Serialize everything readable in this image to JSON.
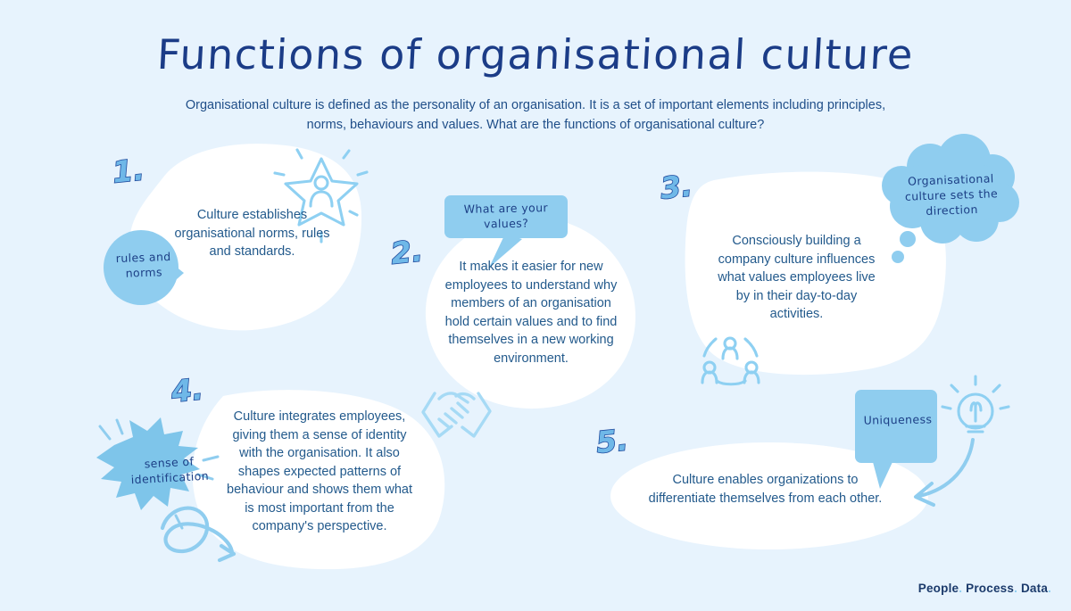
{
  "page": {
    "background_color": "#e7f3fd",
    "title": "Functions of organisational culture",
    "subtitle": "Organisational culture is defined as the personality of an organisation. It is a set of important elements including principles, norms, behaviours  and values. What are the functions of organisational culture?"
  },
  "colors": {
    "background": "#e7f3fd",
    "blob_white": "#ffffff",
    "accent_light_blue": "#8fcdef",
    "accent_mid_blue": "#7ec5ea",
    "icon_blue": "#8ed0f2",
    "title_navy": "#1b3c87",
    "body_navy": "#235a8c",
    "handwriting_navy": "#1c3f86",
    "footer_navy": "#1b3a6b",
    "footer_dot": "#8ecdf0"
  },
  "sections": [
    {
      "number": "1.",
      "body": "Culture establishes organisational norms, rules and standards.",
      "bubble": {
        "label": "rules and norms",
        "shape": "round-speech-bubble"
      },
      "icon": "star-with-person-icon"
    },
    {
      "number": "2.",
      "body": "It makes it easier for new employees to understand why members of an organisation hold certain values and to find themselves in a new working environment.",
      "bubble": {
        "label": "What are your values?",
        "shape": "rounded-rect-speech-bubble"
      },
      "icon": "handshake-icon"
    },
    {
      "number": "3.",
      "body": "Consciously building a company culture influences what values employees live by in their day-to-day activities.",
      "bubble": {
        "label": "Organisational culture sets the direction",
        "shape": "thought-cloud"
      },
      "icon": "team-network-icon"
    },
    {
      "number": "4.",
      "body": "Culture integrates employees, giving them a sense of identity with the organisation. It also shapes expected patterns of behaviour and shows them what is most important from the company's perspective.",
      "bubble": {
        "label": "sense of identification",
        "shape": "starburst-bubble"
      },
      "icon": "curly-arrow-icon"
    },
    {
      "number": "5.",
      "body": "Culture enables organizations to differentiate themselves from each other.",
      "bubble": {
        "label": "Uniqueness",
        "shape": "rounded-rect-speech-bubble"
      },
      "icon": "lightbulb-icon"
    }
  ],
  "footer": {
    "word1": "People",
    "word2": "Process",
    "word3": "Data",
    "separator": "."
  }
}
